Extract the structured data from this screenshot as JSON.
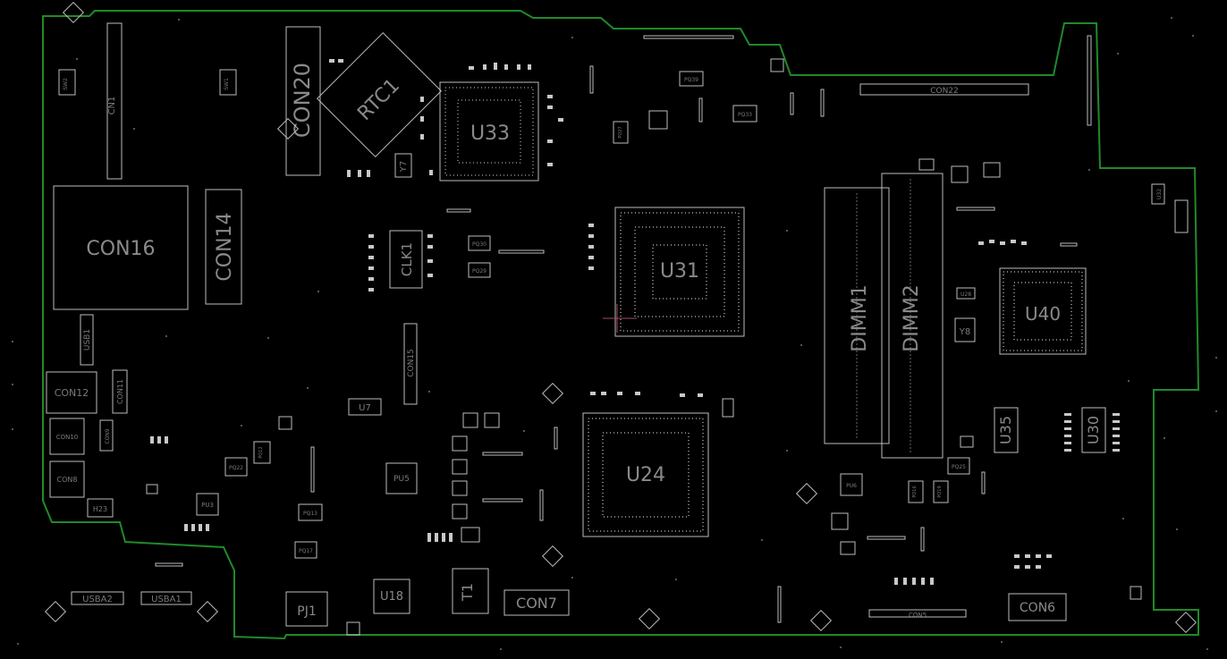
{
  "board": {
    "outline_color": "#1f8a2a",
    "component_color": "#bdbdbd",
    "background": "#000000"
  },
  "labels": {
    "con16": "CON16",
    "con14": "CON14",
    "con20": "CON20",
    "rtc1": "RTC1",
    "u33": "U33",
    "u31": "U31",
    "u24": "U24",
    "u40": "U40",
    "dimm1": "DIMM1",
    "dimm2": "DIMM2",
    "clk1": "CLK1",
    "con12": "CON12",
    "con7": "CON7",
    "con6": "CON6",
    "pj1": "PJ1",
    "u18": "U18",
    "t1": "T1",
    "usba2": "USBA2",
    "usba1": "USBA1",
    "cn1": "CN1",
    "con22": "CON22",
    "usb1": "USB1",
    "con11": "CON11",
    "con10": "CON10",
    "con9": "CON9",
    "con8": "CON8",
    "h23": "H23",
    "y7": "Y7",
    "y8": "Y8",
    "u7": "U7",
    "u35": "U35",
    "u30": "U30",
    "u32": "U32",
    "u28": "U28",
    "con15": "CON15",
    "con5": "CON5",
    "sw1": "SW1",
    "sw2": "SW2",
    "pq30": "PQ30",
    "pq29": "PQ29",
    "pq22": "PQ22",
    "pq13": "PQ13",
    "pq17": "PQ17",
    "pq12": "PQ12",
    "pq39": "PQ39",
    "pq33": "PQ33",
    "pq27": "PQ27",
    "pq25": "PQ25",
    "pq19": "PQ19",
    "pq16": "PQ16",
    "pu3": "PU3",
    "pu5": "PU5",
    "pu6": "PU6"
  }
}
